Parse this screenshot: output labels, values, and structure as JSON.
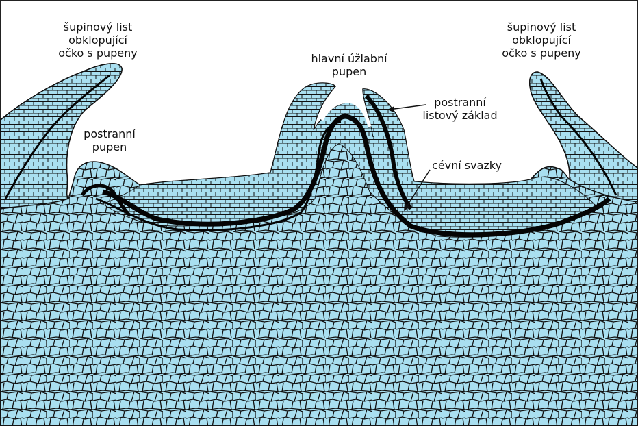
{
  "figure": {
    "colors": {
      "tissue": "#a9dff0",
      "cell_wall": "#0d0d0d",
      "vascular": "#050505",
      "background": "#ffffff"
    },
    "labels": {
      "scale_leaf_left": [
        "šupinový list",
        "obklopující",
        "očko s pupeny"
      ],
      "lateral_bud": [
        "postranní",
        "pupen"
      ],
      "main_axillary_bud": [
        "hlavní úžlabní",
        "pupen"
      ],
      "lateral_leaf_base": [
        "postranní",
        "listový základ"
      ],
      "vascular_bundles": [
        "cévní svazky"
      ],
      "scale_leaf_right": [
        "šupinový list",
        "obklopující",
        "očko s pupeny"
      ]
    }
  }
}
